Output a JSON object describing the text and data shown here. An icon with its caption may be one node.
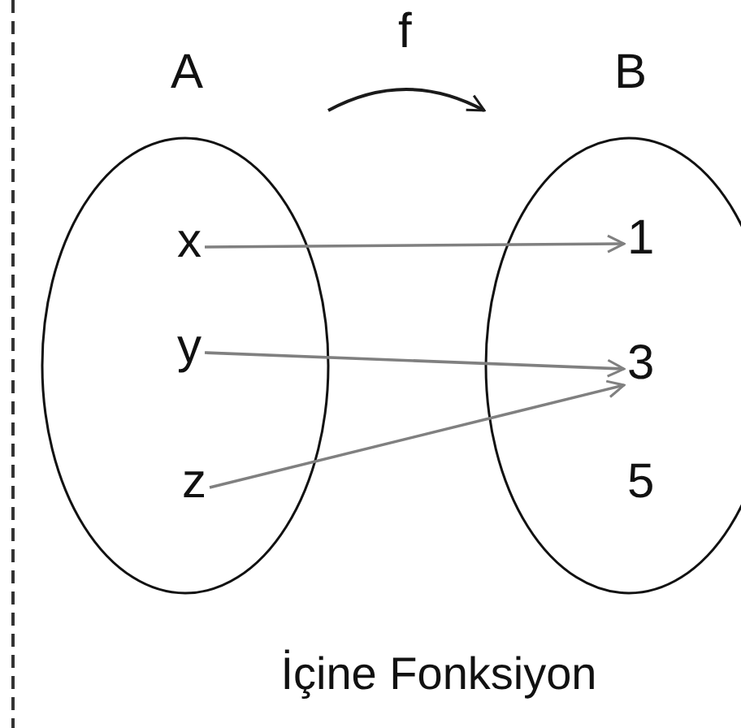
{
  "diagram": {
    "caption": "İçine Fonksiyon",
    "nodes": [
      {
        "text": [
          "A"
        ]
      },
      {
        "text": [
          "B"
        ]
      },
      {
        "text": [
          "x"
        ],
        "in": 0
      },
      {
        "text": [
          "y"
        ],
        "in": 0
      },
      {
        "text": [
          "z"
        ],
        "in": 0
      },
      {
        "text": [
          "1"
        ],
        "in": 1
      },
      {
        "text": [
          "3"
        ],
        "in": 1
      },
      {
        "text": [
          "5"
        ],
        "in": 1
      }
    ],
    "edges": [
      {
        "from": 0,
        "to": 1,
        "arrow": "to",
        "label": "f",
        "color": "#1a1a1a"
      },
      {
        "from": 2,
        "to": 5,
        "arrow": "to"
      },
      {
        "from": 3,
        "to": 6,
        "arrow": "to"
      },
      {
        "from": 4,
        "to": 6,
        "arrow": "to"
      }
    ]
  }
}
